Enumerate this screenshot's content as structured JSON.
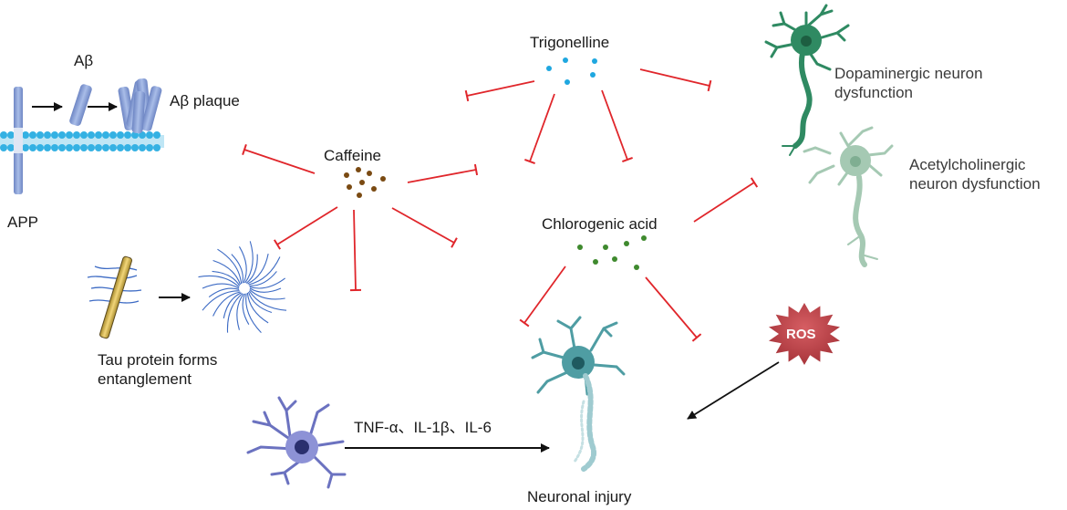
{
  "labels": {
    "abeta": "Aβ",
    "abeta_plaque": "Aβ plaque",
    "app": "APP",
    "trigonelline": "Trigonelline",
    "caffeine": "Caffeine",
    "chlorogenic_acid": "Chlorogenic acid",
    "dopaminergic": [
      "Dopaminergic neuron",
      "dysfunction"
    ],
    "acetylcholinergic": [
      "Acetylcholinergic",
      "neuron dysfunction"
    ],
    "tau": [
      "Tau protein forms",
      "entanglement"
    ],
    "cytokines": "TNF-α、IL-1β、IL-6",
    "ros": "ROS",
    "neuronal_injury": "Neuronal injury"
  },
  "colors": {
    "inhibit": "#e0262b",
    "activate": "#111111",
    "trigonelline_dots": "#1fa7e0",
    "caffeine_dots": "#7a4a12",
    "chlorogenic_dots": "#3f8a2e",
    "membrane": "#34b1e3",
    "amyloid": "#8fa6d8",
    "dopaminergic_neuron": "#2f8a62",
    "acetylcholinergic_neuron": "#a5c9b3",
    "microglia": "#6b72c0",
    "injured_neuron": "#4f9da3",
    "tau_fibrils": "#3d6bc4",
    "ros_burst": "#c0484e"
  }
}
